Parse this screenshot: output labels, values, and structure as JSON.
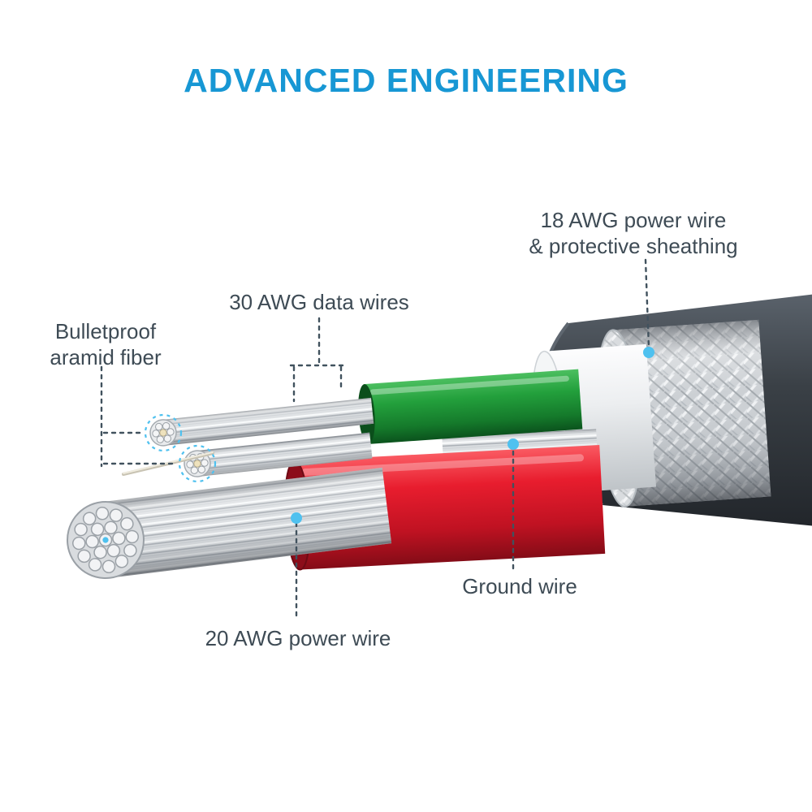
{
  "title": "ADVANCED ENGINEERING",
  "labels": {
    "power18_line1": "18 AWG power wire",
    "power18_line2": "& protective sheathing",
    "data30": "30 AWG data wires",
    "aramid_line1": "Bulletproof",
    "aramid_line2": "aramid fiber",
    "ground": "Ground wire",
    "power20": "20 AWG power wire"
  },
  "colors": {
    "title_accent": "#1797d4",
    "label_text": "#3e4b55",
    "callout_blue": "#4fc1ef",
    "cable_jacket": "#343a40",
    "protective_sheathing": "#ccd0d4",
    "inner_sheath": "#eceef0",
    "wire_green": "#23a03c",
    "wire_red": "#e81d2e",
    "strand_silver": "#dde0e3"
  },
  "diagram": {
    "parts": [
      "outer-cable-jacket",
      "protective-sheathing-braid",
      "inner-white-sheath",
      "green-wire",
      "red-wire",
      "ground-wire",
      "data-wire-upper",
      "data-wire-lower",
      "aramid-fiber-strand",
      "power-wire-20awg-bundle"
    ]
  }
}
